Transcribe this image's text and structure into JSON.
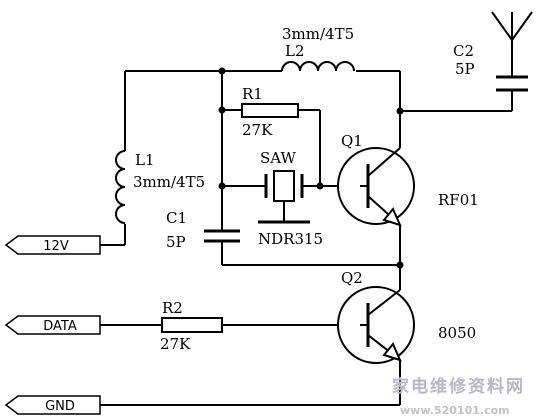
{
  "components": {
    "l2_spec": "3mm/4T5",
    "l2_name": "L2",
    "c2_name": "C2",
    "c2_value": "5P",
    "r1_name": "R1",
    "r1_value": "27K",
    "l1_name": "L1",
    "l1_spec": "3mm/4T5",
    "saw_name": "SAW",
    "saw_part": "NDR315",
    "q1_name": "Q1",
    "q1_part": "RF01",
    "c1_name": "C1",
    "c1_value": "5P",
    "q2_name": "Q2",
    "q2_part": "8050",
    "r2_name": "R2",
    "r2_value": "27K"
  },
  "ports": {
    "power": "12V",
    "data": "DATA",
    "ground": "GND"
  },
  "watermark": {
    "cn": "家电维修资料网",
    "url": "www.520101.com"
  }
}
